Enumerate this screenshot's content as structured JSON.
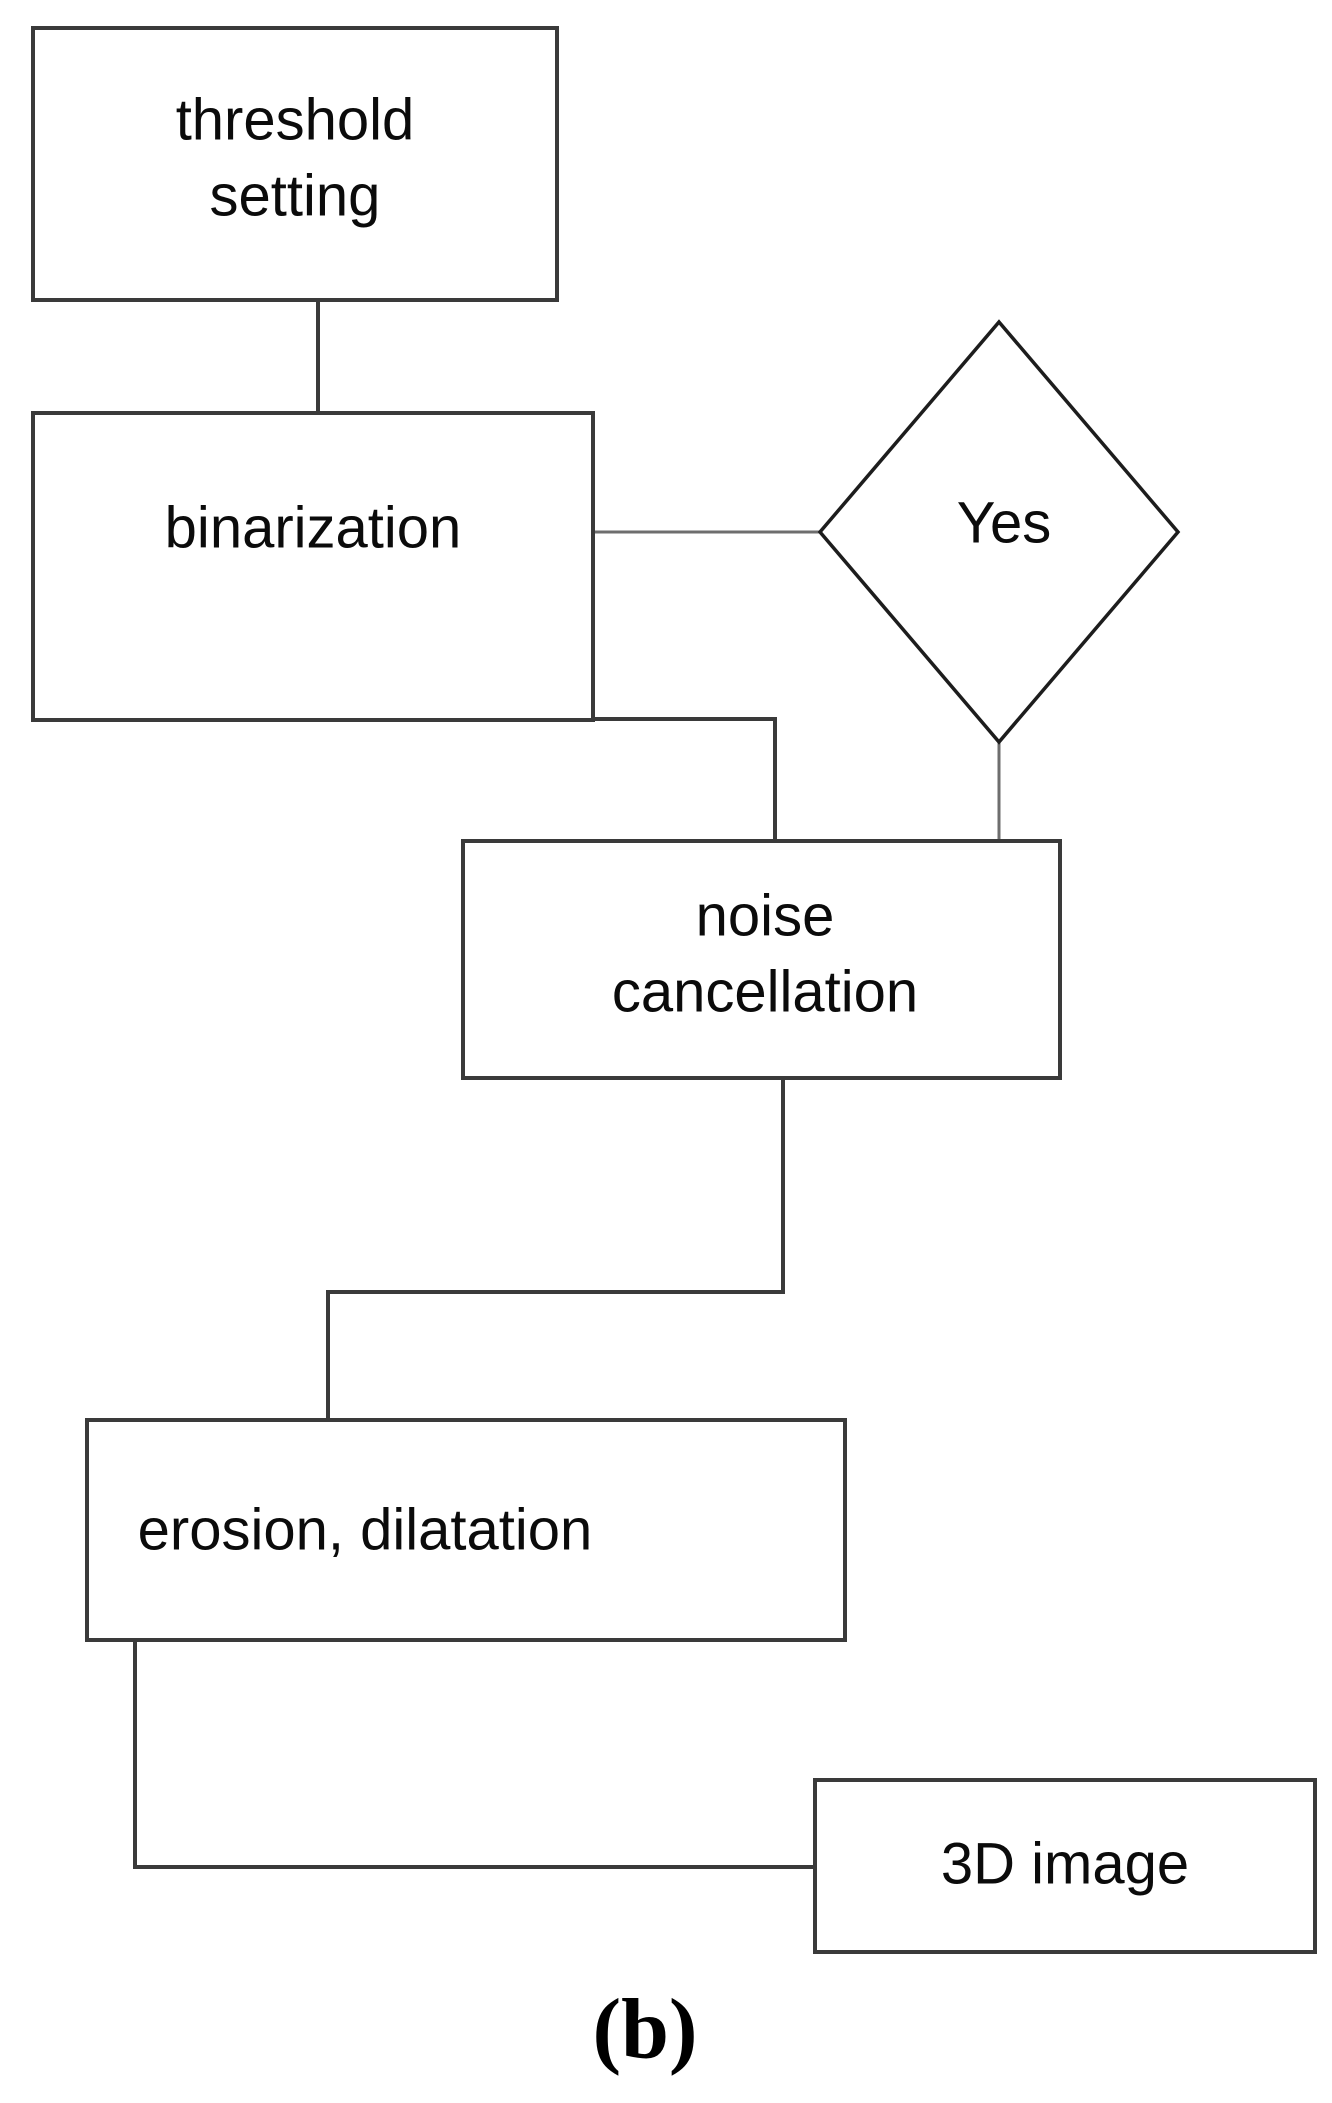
{
  "figure": {
    "caption": "(b)",
    "background_color": "#ffffff",
    "line_color": "#3a3a3a",
    "text_color": "#0b0b0b"
  },
  "diagram": {
    "type": "flowchart",
    "nodes": [
      {
        "id": "threshold-setting",
        "shape": "rectangle",
        "label_line1": "threshold",
        "label_line2": "setting"
      },
      {
        "id": "binarization",
        "shape": "rectangle",
        "label_line1": "binarization",
        "label_line2": ""
      },
      {
        "id": "decision-yes",
        "shape": "diamond",
        "label_line1": "Yes",
        "label_line2": ""
      },
      {
        "id": "noise-cancellation",
        "shape": "rectangle",
        "label_line1": "noise",
        "label_line2": "cancellation"
      },
      {
        "id": "erosion-dilatation",
        "shape": "rectangle",
        "label_line1": "erosion, dilatation",
        "label_line2": ""
      },
      {
        "id": "3d-image",
        "shape": "rectangle",
        "label_line1": "3D image",
        "label_line2": ""
      }
    ],
    "edges": [
      {
        "from": "threshold-setting",
        "to": "binarization"
      },
      {
        "from": "binarization",
        "to": "decision-yes"
      },
      {
        "from": "binarization",
        "to": "noise-cancellation"
      },
      {
        "from": "decision-yes",
        "to": "noise-cancellation"
      },
      {
        "from": "noise-cancellation",
        "to": "erosion-dilatation"
      },
      {
        "from": "erosion-dilatation",
        "to": "3d-image"
      }
    ]
  }
}
